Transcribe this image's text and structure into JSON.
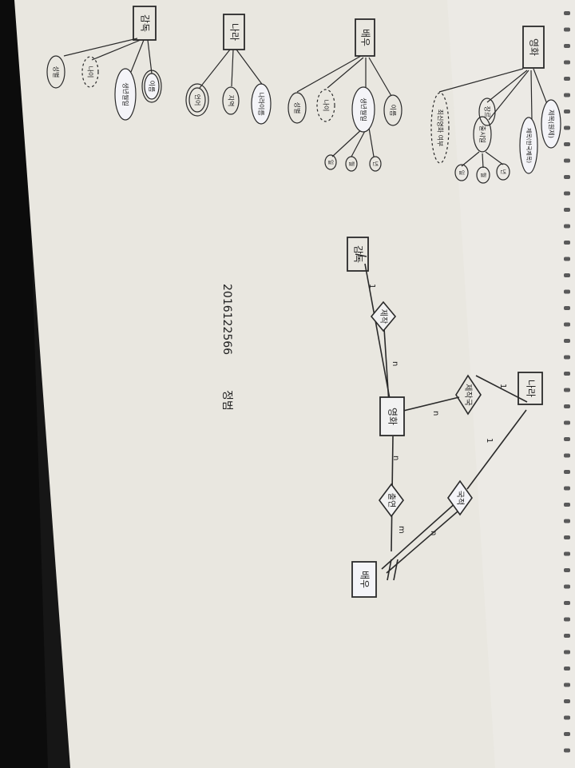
{
  "colors": {
    "paper": "#e9e7e0",
    "ink": "#2a2a2a",
    "highlight": "#f4f4f8",
    "background": "#161616"
  },
  "entities": {
    "director": "감독",
    "movie": "영화",
    "country": "나라",
    "actor": "배우"
  },
  "relationships": {
    "directs": "제작",
    "produced_in": "제작국",
    "appears_in": "출연",
    "nationality": "국적"
  },
  "cardinalities": {
    "director_directs": "1",
    "directs_movie": "n",
    "country_produced_in": "1",
    "produced_in_movie": "n",
    "movie_appears_in": "n",
    "appears_in_actor": "m",
    "country_nationality": "1",
    "nationality_actor": "n"
  },
  "attributes": {
    "movie": {
      "entity": "영화",
      "items": [
        "제목(원제)",
        "제목(한국제목)",
        "장르",
        "출시일",
        "년",
        "월",
        "일",
        "최신영화 여부"
      ]
    },
    "actor": {
      "entity": "배우",
      "items": [
        "이름",
        "생년월일",
        "년",
        "월",
        "일",
        "나이",
        "성별"
      ]
    },
    "country": {
      "entity": "나라",
      "items": [
        "나라이름",
        "지역",
        "언어"
      ]
    },
    "director": {
      "entity": "감독",
      "items": [
        "이름",
        "생년월일",
        "나이",
        "성별"
      ]
    }
  },
  "signature": {
    "student_id": "2016122566",
    "name": "정범"
  }
}
